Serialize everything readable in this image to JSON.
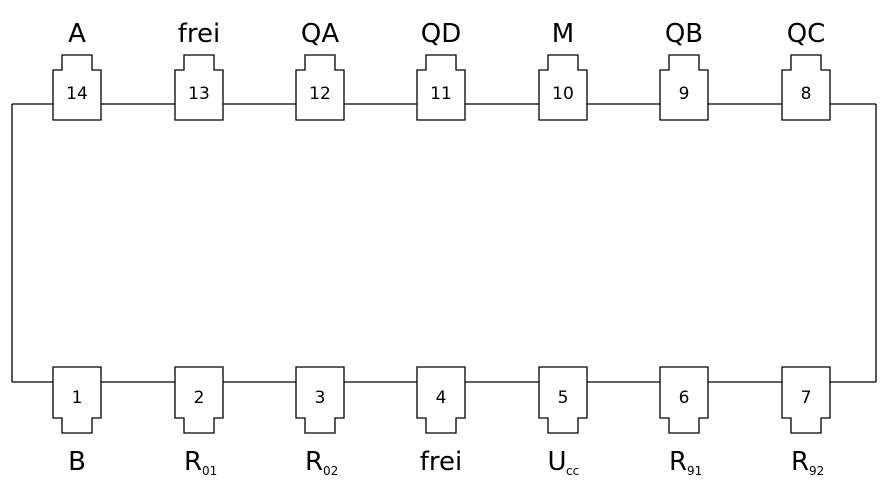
{
  "chip": {
    "top_pins": [
      {
        "number": "14",
        "label": "A",
        "sub": ""
      },
      {
        "number": "13",
        "label": "frei",
        "sub": ""
      },
      {
        "number": "12",
        "label": "QA",
        "sub": ""
      },
      {
        "number": "11",
        "label": "QD",
        "sub": ""
      },
      {
        "number": "10",
        "label": "M",
        "sub": ""
      },
      {
        "number": "9",
        "label": "QB",
        "sub": ""
      },
      {
        "number": "8",
        "label": "QC",
        "sub": ""
      }
    ],
    "bottom_pins": [
      {
        "number": "1",
        "label": "B",
        "sub": ""
      },
      {
        "number": "2",
        "label": "R",
        "sub": "01"
      },
      {
        "number": "3",
        "label": "R",
        "sub": "02"
      },
      {
        "number": "4",
        "label": "frei",
        "sub": ""
      },
      {
        "number": "5",
        "label": "U",
        "sub": "cc"
      },
      {
        "number": "6",
        "label": "R",
        "sub": "91"
      },
      {
        "number": "7",
        "label": "R",
        "sub": "92"
      }
    ]
  },
  "colors": {
    "stroke": "#000000",
    "background": "#ffffff"
  }
}
